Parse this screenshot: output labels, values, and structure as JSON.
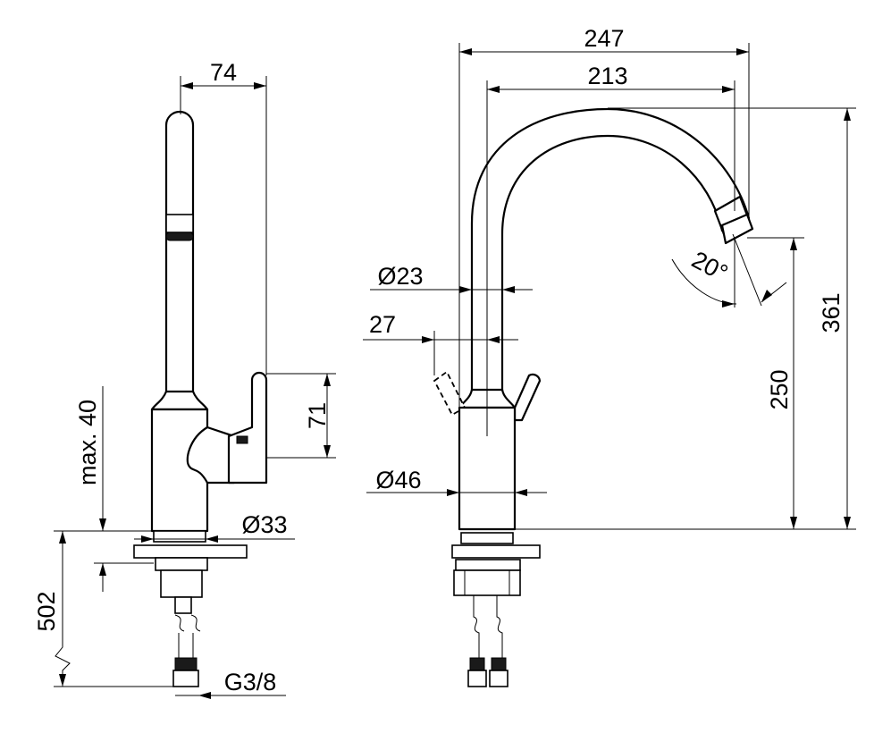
{
  "dimensions": {
    "side_width": "74",
    "lever_height": "71",
    "max_thickness": "max. 40",
    "base_diameter": "Ø33",
    "hose_length": "502",
    "thread": "G3/8",
    "total_reach": "247",
    "spout_reach": "213",
    "spout_diameter": "Ø23",
    "lever_offset": "27",
    "swivel_angle": "20°",
    "body_diameter": "Ø46",
    "outlet_height": "250",
    "total_height": "361"
  }
}
